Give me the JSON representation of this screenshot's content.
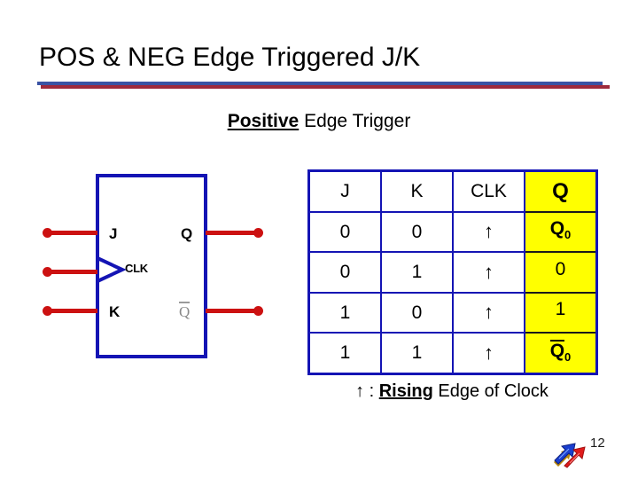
{
  "slide": {
    "title": "POS & NEG Edge Triggered J/K",
    "subtitle_emphasis": "Positive",
    "subtitle_rest": " Edge Trigger",
    "page_number": "12"
  },
  "colors": {
    "rule_blue": "#3a53a4",
    "rule_red": "#9e2a3c",
    "diagram_blue": "#1414b4",
    "wire_red": "#cc1111",
    "table_border": "#1414b4",
    "highlight_yellow": "#ffff00",
    "qbar_label_gray": "#8a8a8a"
  },
  "diagram": {
    "name": "jk-flip-flop",
    "input_j": "J",
    "input_k": "K",
    "clock_label": "CLK",
    "output_q": "Q",
    "output_qbar": "Q",
    "output_qbar_overline": true
  },
  "table": {
    "headers": [
      "J",
      "K",
      "CLK",
      "Q"
    ],
    "rows": [
      {
        "j": "0",
        "k": "0",
        "clk": "↑",
        "q": "Q",
        "q_sub": "0",
        "q_overline": false
      },
      {
        "j": "0",
        "k": "1",
        "clk": "↑",
        "q": "0",
        "q_sub": "",
        "q_overline": false
      },
      {
        "j": "1",
        "k": "0",
        "clk": "↑",
        "q": "1",
        "q_sub": "",
        "q_overline": false
      },
      {
        "j": "1",
        "k": "1",
        "clk": "↑",
        "q": "Q",
        "q_sub": "0",
        "q_overline": true
      }
    ]
  },
  "legend": {
    "arrow": "↑",
    "separator": " : ",
    "emphasis": "Rising",
    "rest": " Edge of Clock"
  }
}
